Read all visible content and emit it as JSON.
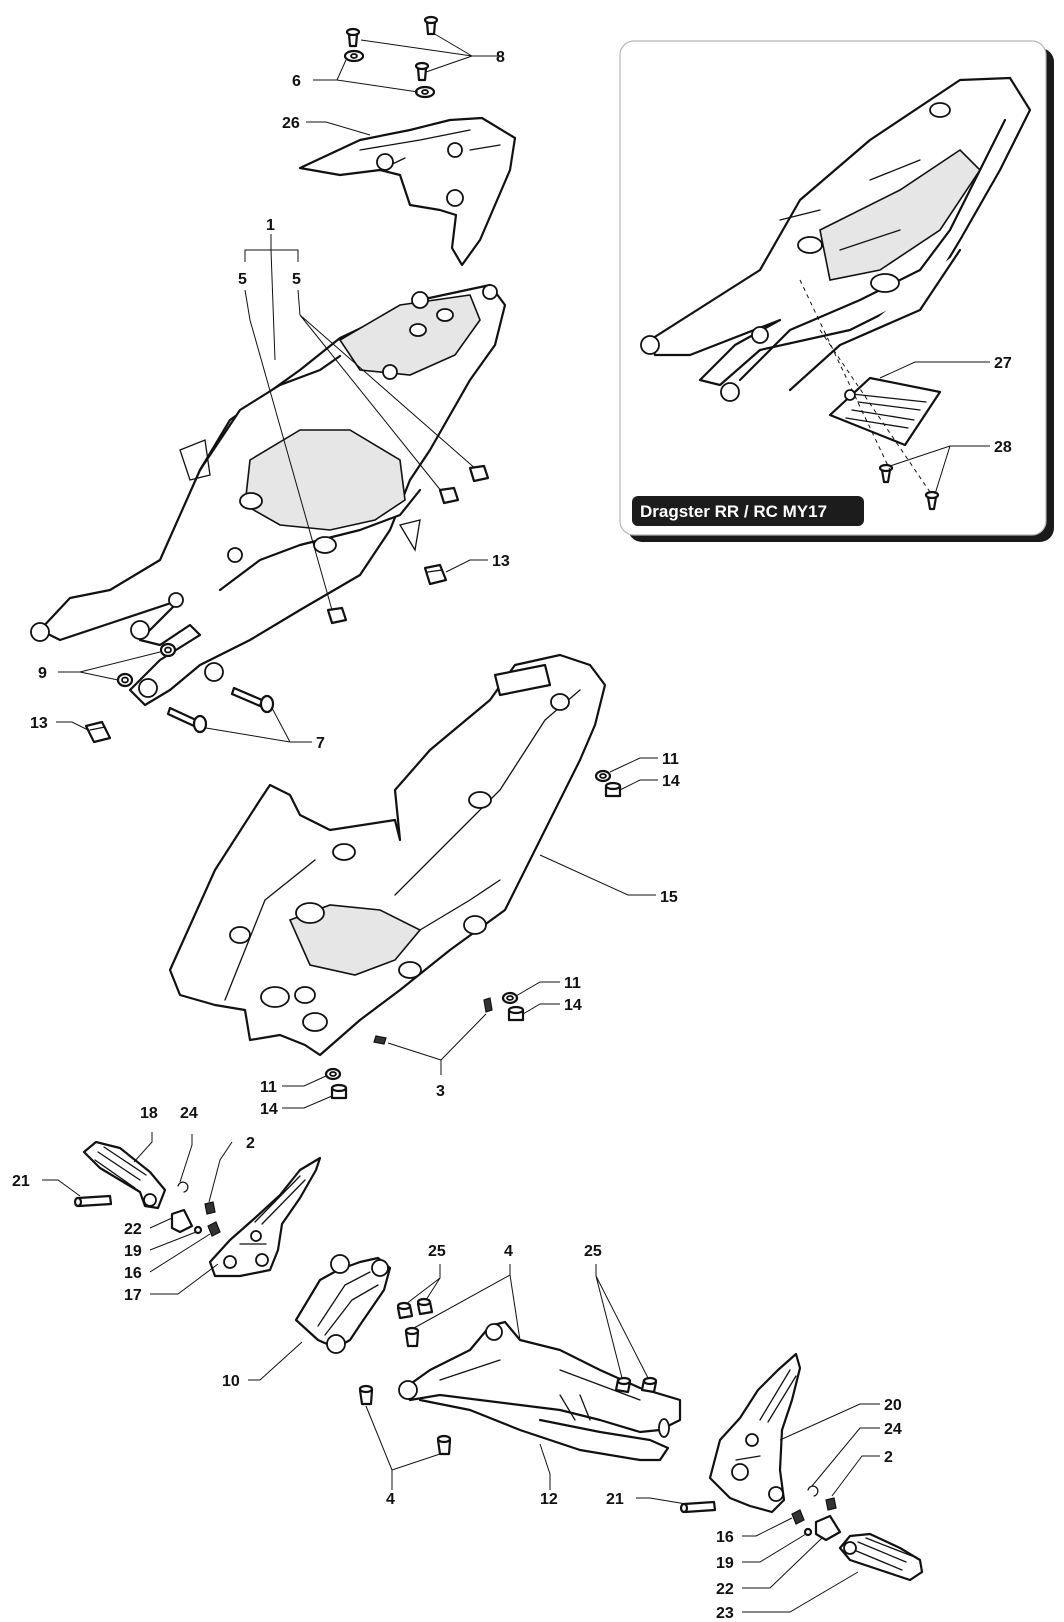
{
  "inset": {
    "variant_label": "Dragster RR / RC MY17"
  },
  "callouts": {
    "c1": "1",
    "c2a": "2",
    "c2b": "2",
    "c3": "3",
    "c4a": "4",
    "c4b": "4",
    "c5a": "5",
    "c5b": "5",
    "c6": "6",
    "c7": "7",
    "c8": "8",
    "c9": "9",
    "c10": "10",
    "c11a": "11",
    "c11b": "11",
    "c11c": "11",
    "c12": "12",
    "c13a": "13",
    "c13b": "13",
    "c14a": "14",
    "c14b": "14",
    "c14c": "14",
    "c15": "15",
    "c16a": "16",
    "c16b": "16",
    "c17": "17",
    "c18": "18",
    "c19a": "19",
    "c19b": "19",
    "c20": "20",
    "c21a": "21",
    "c21b": "21",
    "c22a": "22",
    "c22b": "22",
    "c23": "23",
    "c24a": "24",
    "c24b": "24",
    "c25a": "25",
    "c25b": "25",
    "c26": "26",
    "c27": "27",
    "c28": "28"
  },
  "colors": {
    "line": "#111111",
    "variant_badge": "#1c1c1c",
    "variant_text": "#ffffff",
    "inset_shadow": "#1a1a1a"
  }
}
